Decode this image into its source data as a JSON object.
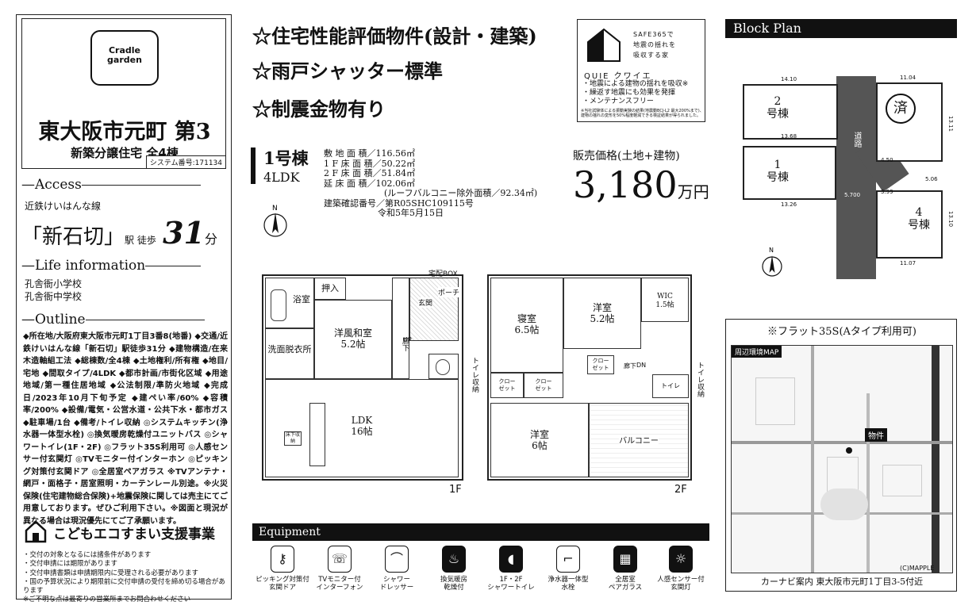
{
  "brand": {
    "logo_line1": "Cradle",
    "logo_line2": "garden",
    "town": "東大阪市元町 第3",
    "subtitle": "新築分譲住宅 全4棟",
    "system_no": "システム番号:171134"
  },
  "access": {
    "title": "Access",
    "line": "近鉄けいはんな線",
    "station": "「新石切」",
    "station_suffix": "駅 徒歩",
    "minutes": "31",
    "minutes_unit": "分"
  },
  "life": {
    "title": "Life information",
    "items": [
      "孔舎衙小学校",
      "孔舎衙中学校"
    ]
  },
  "outline": {
    "title": "Outline",
    "body": "◆所在地/大阪府東大阪市元町1丁目3番8(地番) ◆交通/近鉄けいはんな線「新石切」駅徒歩31分 ◆建物構造/在来木造軸組工法 ◆総棟数/全4棟 ◆土地権利/所有権 ◆地目/宅地 ◆間取タイプ/4LDK ◆都市計画/市街化区域 ◆用途地域/第一種住居地域 ◆公法制限/準防火地域 ◆完成日/2023年10月下旬予定 ◆建ぺい率/60% ◆容積率/200% ◆設備/電気・公営水道・公共下水・都市ガス ◆駐車場/1台 ◆備考/トイレ収納 ◎システムキッチン(浄水器一体型水栓) ◎換気暖房乾燥付ユニットバス ◎シャワートイレ(1F・2F) ◎フラット35S利用可 ◎人感センサー付玄関灯 ◎TVモニター付インターホン ◎ピッキング対策付玄関ドア ◎全居室ペアガラス ※TVアンテナ・網戸・面格子・居室照明・カーテンレール別途。※火災保険(住宅建物総合保険)+地震保険に関しては売主にてご用意しております。ぜひご利用下さい。※図面と現況が異なる場合は現況優先にてご了承願います。"
  },
  "eco": {
    "title": "こどもエコすまい支援事業",
    "notes": [
      "・交付の対象となるには諸条件があります",
      "・交付申請には期限があります",
      "・交付申請書類は申請期限内に受理される必要があります",
      "・国の予算状況により期限前に交付申請の受付を締め切る場合があります",
      "※ご不明な点は最寄りの営業所までお問合わせください"
    ]
  },
  "features": [
    "☆住宅性能評価物件(設計・建築)",
    "☆雨戸シャッター標準",
    "☆制震金物有り"
  ],
  "quie": {
    "tagline1": "SAFE365で",
    "tagline2": "地震の揺れを",
    "tagline3": "吸収する家",
    "name": "QUIE クワイエ",
    "points": [
      "・地震による建物の揺れを吸収※",
      "・繰返す地震にも効果を発揮",
      "・メンテナンスフリー"
    ],
    "footnote": "※当社試験体による振動実験の結果(地震動BCJ-L2 最大200%まで)、建物の揺れの変形を50%程度軽減できる検証結果が得られました。"
  },
  "unit": {
    "name": "1号棟",
    "type": "4LDK",
    "areas": [
      "敷 地 面 積／116.56㎡",
      "1 F 床 面 積／50.22㎡",
      "2 F 床 面 積／51.84㎡",
      "延 床 面 積／102.06㎡",
      "(ルーフバルコニー除外面積／92.34㎡)",
      "建築確認番号／第R05SHC109115号",
      "令和5年5月15日"
    ],
    "price_label": "販売価格(土地+建物)",
    "price": "3,180",
    "price_unit": "万円"
  },
  "floor1": {
    "label": "1F",
    "rooms": {
      "bath": "浴室",
      "closet": "押入",
      "washroom": "洗面脱衣所",
      "japanese": "洋風和室\n5.2帖",
      "hall": "廊下",
      "entrance": "玄関",
      "porch": "ポーチ",
      "box": "宅配BOX",
      "up": "UP",
      "toilet_storage": "トイレ収納",
      "ldk": "LDK\n16帖",
      "storage": "床下収納"
    }
  },
  "floor2": {
    "label": "2F",
    "rooms": {
      "bedroom": "寝室\n6.5帖",
      "western1": "洋室\n5.2帖",
      "wic": "WIC\n1.5帖",
      "closet1": "クロー\nゼット",
      "closet2": "クロー\nゼット",
      "closet3": "クロー\nゼット",
      "hall": "廊下",
      "dn": "DN",
      "toilet": "トイレ",
      "toilet_storage": "トイレ収納",
      "western2": "洋室\n6帖",
      "balcony": "バルコニー"
    }
  },
  "equipment": {
    "title": "Equipment",
    "items": [
      {
        "label": "ピッキング対策付\n玄関ドア",
        "icon": "key-icon",
        "glyph": "⚷"
      },
      {
        "label": "TVモニター付\nインターフォン",
        "icon": "intercom-icon",
        "glyph": "☏"
      },
      {
        "label": "シャワー\nドレッサー",
        "icon": "dresser-icon",
        "glyph": "⌒"
      },
      {
        "label": "換気暖房\n乾燥付",
        "icon": "bath-dryer-icon",
        "glyph": "♨"
      },
      {
        "label": "1F・2F\nシャワートイレ",
        "icon": "toilet-icon",
        "glyph": "◖"
      },
      {
        "label": "浄水器一体型\n水栓",
        "icon": "faucet-icon",
        "glyph": "⌐"
      },
      {
        "label": "全居室\nペアガラス",
        "icon": "window-icon",
        "glyph": "▦"
      },
      {
        "label": "人感センサー付\n玄関灯",
        "icon": "sensor-light-icon",
        "glyph": "☼"
      }
    ]
  },
  "block_plan": {
    "title": "Block Plan",
    "lots": [
      {
        "label": "2\n号棟"
      },
      {
        "label": "済"
      },
      {
        "label": "1\n号棟"
      },
      {
        "label": "4\n号棟"
      }
    ],
    "road_label": "道路",
    "dims": [
      "14.10",
      "11.04",
      "13.68",
      "13.26",
      "11.07",
      "5.06",
      "3.99",
      "5.700",
      "4.50",
      "13.11",
      "13.10"
    ]
  },
  "map": {
    "title": "※フラット35S(Aタイプ利用可)",
    "header": "周辺環境MAP",
    "marker": "物件",
    "copyright": "(C)MAPPLE",
    "caption": "カーナビ案内 東大阪市元町1丁目3-5付近"
  }
}
